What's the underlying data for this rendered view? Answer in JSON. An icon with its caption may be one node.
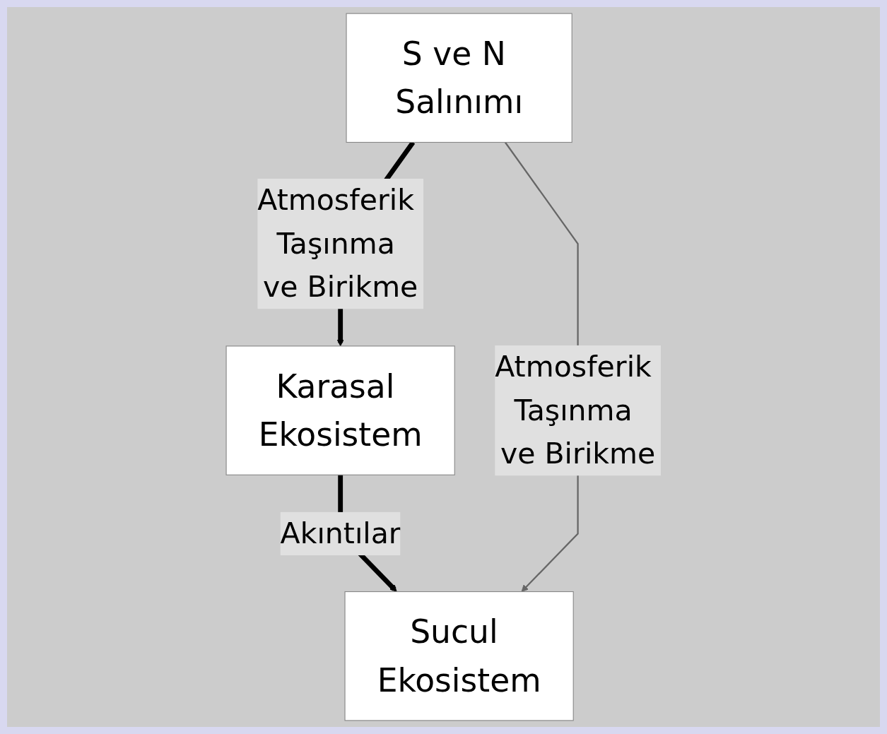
{
  "diagram": {
    "nodes": [
      {
        "text": [
          "S ve N Salınımı"
        ]
      },
      {
        "text": [
          "Karasal Ekosistem"
        ]
      },
      {
        "text": [
          "Sucul Ekosistem"
        ]
      }
    ],
    "edges": [
      {
        "from": 0,
        "to": 1,
        "arrow": "to",
        "label": "Atmosferik Taşınma ve Birikme"
      },
      {
        "from": 1,
        "to": 2,
        "arrow": "to",
        "label": "Akıntılar"
      },
      {
        "from": 0,
        "to": 2,
        "arrow": "to",
        "label": "Atmosferik Taşınma ve Birikme",
        "color": "#666666"
      }
    ]
  }
}
